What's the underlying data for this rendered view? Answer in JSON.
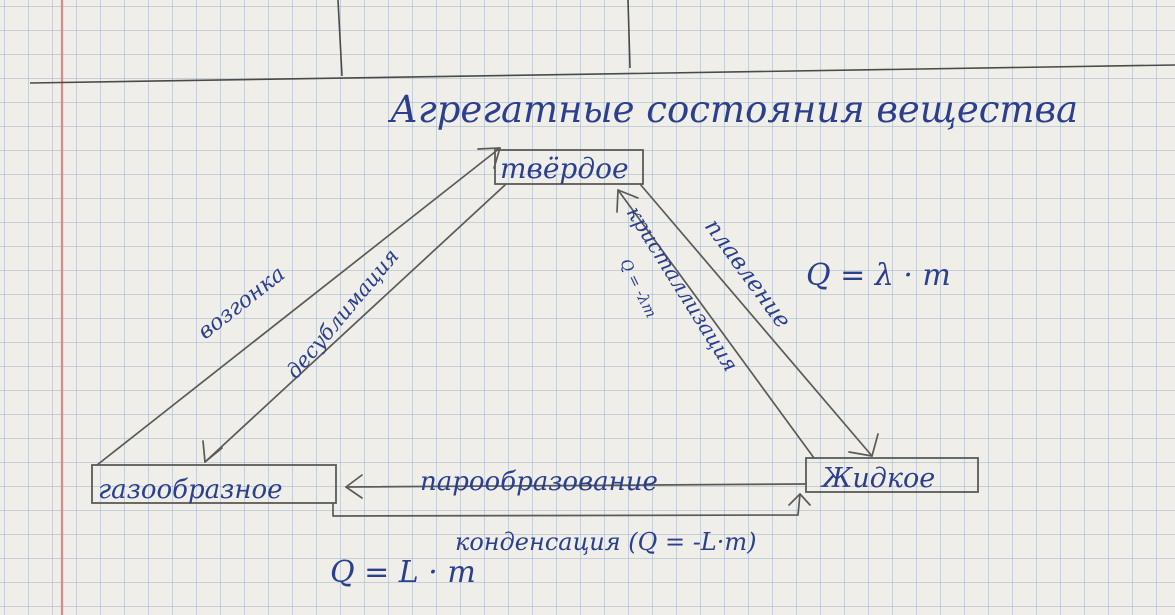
{
  "diagram": {
    "title": "Агрегатные состояния вещества",
    "nodes": {
      "solid": "твёрдое",
      "liquid": "Жидкое",
      "gas": "газообразное"
    },
    "edges": {
      "sublimation": "возгонка",
      "desublimation": "десублимация",
      "crystallization": "кристаллизация",
      "crystallization_formula": "Q = -λm",
      "melting": "плавление",
      "vaporization": "парообразование",
      "condensation": "конденсация (Q = -L·m)"
    },
    "formulas": {
      "melting_heat": "Q = λ · m",
      "vaporization_heat": "Q = L · m"
    },
    "colors": {
      "ink": "#2b3f8c",
      "pencil": "#5a5a58",
      "margin": "#d98a8a"
    }
  }
}
